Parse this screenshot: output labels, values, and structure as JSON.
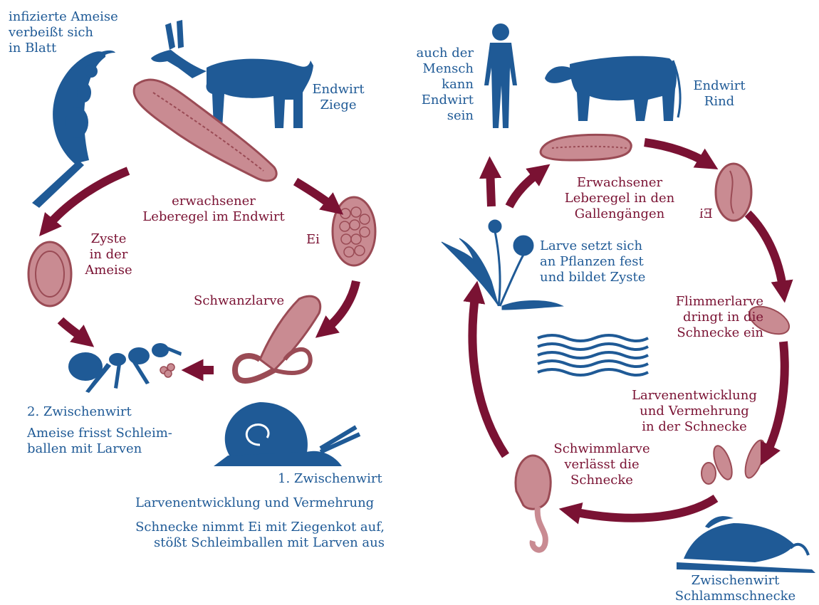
{
  "colors": {
    "blue": "#1f5a96",
    "wine": "#7a1233",
    "pink": "#c98b92",
    "pink_dark": "#9a4b55"
  },
  "left": {
    "ant_on_leaf": "infizierte Ameise\nverbeißt sich\n in Blatt",
    "goat": "Endwirt\nZiege",
    "adult_fluke": "erwachsener\nLeberegel im Endwirt",
    "egg": "Ei",
    "tail_larva": "Schwanzlarve",
    "cyst": "Zyste\nin der\nAmeise",
    "host2_title": "2. Zwischenwirt",
    "host2_desc": "Ameise frisst Schleim-\nballen mit Larven",
    "host1_title": "1. Zwischenwirt",
    "host1_desc1": "Larvenentwicklung und Vermehrung",
    "host1_desc2": "Schnecke nimmt Ei mit Ziegenkot auf,\nstößt Schleimballen mit Larven aus"
  },
  "right": {
    "human": "auch der\nMensch\nkann\nEndwirt\nsein",
    "cattle": "Endwirt\nRind",
    "adult_fluke": "Erwachsener\nLeberegel in den\nGallengängen",
    "egg": "Ei",
    "plant_cyst": "Larve setzt sich\nan Pflanzen fest\nund bildet Zyste",
    "miracidium": "Flimmerlarve\ndringt in die\nSchnecke ein",
    "development": "Larvenentwicklung\nund Vermehrung\nin der Schnecke",
    "cercaria": "Schwimmlarve\nverlässt die\nSchnecke",
    "snail_host": "Zwischenwirt\nSchlammschnecke"
  }
}
